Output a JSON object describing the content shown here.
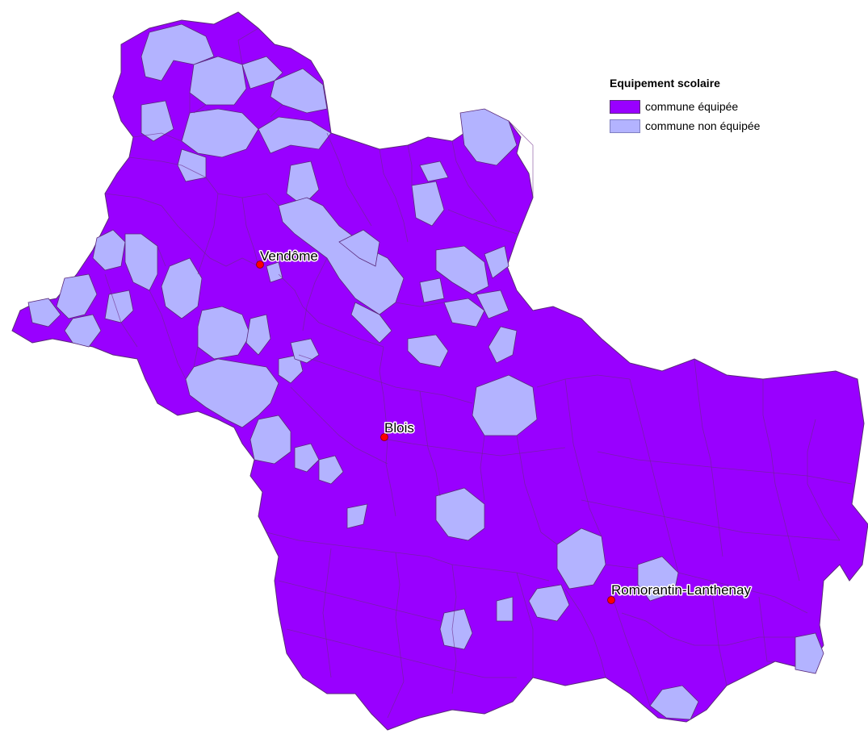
{
  "legend": {
    "title": "Equipement scolaire",
    "items": [
      {
        "label": "commune équipée",
        "color": "#9900ff"
      },
      {
        "label": "commune non équipée",
        "color": "#b3b3ff"
      }
    ]
  },
  "map": {
    "equipped_color": "#9900ff",
    "non_equipped_color": "#b3b3ff",
    "border_color": "#5a2a7a"
  },
  "cities": [
    {
      "id": "vendome",
      "name": "Vendôme",
      "marker_color": "#ff0000"
    },
    {
      "id": "blois",
      "name": "Blois",
      "marker_color": "#ff0000"
    },
    {
      "id": "romorantin",
      "name": "Romorantin-Lanthenay",
      "marker_color": "#ff0000"
    }
  ]
}
